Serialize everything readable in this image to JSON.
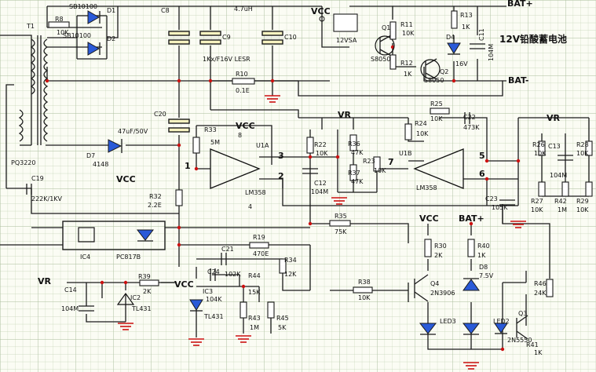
{
  "labels": {
    "t1": "T1",
    "t1_core": "PQ3220",
    "r8": "R8",
    "r8_val": "10K",
    "d1_part": "SB10100",
    "d1": "D1",
    "d2_part": "SB10100",
    "d2": "D2",
    "c8": "C8",
    "c9": "C9",
    "c9_val": "1Kx/F16V LESR",
    "l_val": "4.7uH",
    "c10": "C10",
    "r10": "R10",
    "r10_val": "0.1E",
    "vcc_top": "VCC",
    "rly": "12VSA",
    "q1": "Q1",
    "q1_part": "S8050",
    "r11": "R11",
    "r11_val": "10K",
    "r12": "R12",
    "r12_val": "1K",
    "q2": "Q2",
    "q2_part": "S8050",
    "d4": "D4",
    "d4_val": "16V",
    "r13": "R13",
    "r13_val": "1K",
    "c11": "C11",
    "c11_val": "104M",
    "bat_plus": "BAT+",
    "bat_minus": "BAT-",
    "battery": "12V铅酸蓄电池",
    "c20": "C20",
    "c20_val": "47uF/50V",
    "d7": "D7",
    "d7_part": "4148",
    "c19": "C19",
    "c19_val": "222K/1KV",
    "r33": "R33",
    "r33_val": "5M",
    "vcc_u1a": "VCC",
    "u1a_pin8": "8",
    "u1a": "U1A",
    "u1a_part": "LM358",
    "u1a_pin4": "4",
    "pin1": "1",
    "pin3": "3",
    "pin2": "2",
    "vcc_mid": "VCC",
    "r32": "R32",
    "r32_val": "2.2E",
    "r22": "R22",
    "r22_val": "10K",
    "c12": "C12",
    "c12_val": "104M",
    "vr_mid": "VR",
    "r36": "R36",
    "r36_val": "47K",
    "r37": "R37",
    "r37_val": "47K",
    "r23": "R23",
    "r23_val": "10K",
    "pin7": "7",
    "r25": "R25",
    "r25_val": "10K",
    "c22": "C22",
    "c22_val": "473K",
    "r24": "R24",
    "r24_val": "10K",
    "u1b": "U1B",
    "u1b_part": "LM358",
    "pin5": "5",
    "pin6": "6",
    "vr_right": "VR",
    "r26": "R26",
    "r26_val": "10K",
    "c13": "C13",
    "c13_val": "104M",
    "r28": "R28",
    "r28_val": "10K",
    "c23": "C23",
    "c23_val": "105K",
    "r27": "R27",
    "r27_val": "10K",
    "r42": "R42",
    "r42_val": "1M",
    "r29": "R29",
    "r29_val": "10K",
    "ic4": "IC4",
    "ic4_part": "PC817B",
    "r35": "R35",
    "r35_val": "75K",
    "r19": "R19",
    "r19_val": "470E",
    "c21": "C21",
    "r34": "R34",
    "r34_val": "12K",
    "vcc_q4": "VCC",
    "r30": "R30",
    "r30_val": "2K",
    "bat_plus2": "BAT+",
    "r40": "R40",
    "r40_val": "1K",
    "d8": "D8",
    "d8_val": "7.5V",
    "vr_bottom": "VR",
    "c14": "C14",
    "c14_val": "104M",
    "r39": "R39",
    "r39_val": "2K",
    "vcc_bottom": "VCC",
    "ic2": "IC2",
    "ic2_part": "TL431",
    "c24": "C24",
    "c24_val": "102K",
    "c24b_val": "104K",
    "r44": "R44",
    "r44_val": "15K",
    "ic3": "IC3",
    "ic3_part": "TL431",
    "r43": "R43",
    "r43_val": "1M",
    "r45": "R45",
    "r45_val": "5K",
    "r38": "R38",
    "r38_val": "10K",
    "q4": "Q4",
    "q4_part": "2N3906",
    "r46": "R46",
    "r46_val": "24K",
    "led3": "LED3",
    "led2": "LED2",
    "q3": "Q3",
    "q3_part": "2N5550",
    "r41": "R41",
    "r41_val": "1K"
  }
}
